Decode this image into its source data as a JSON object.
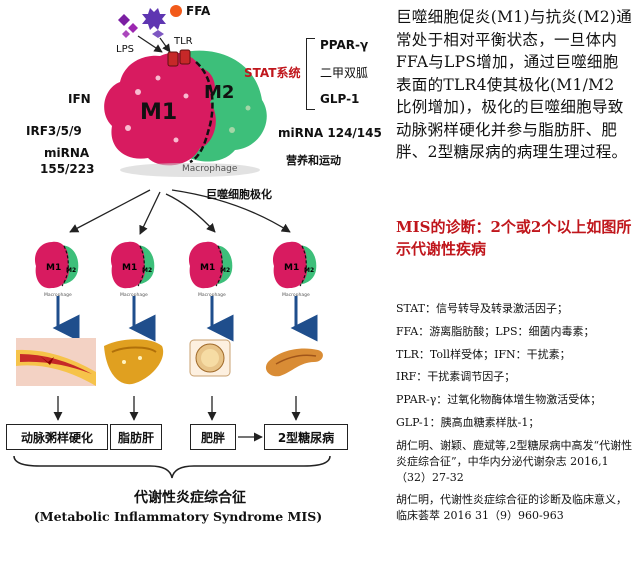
{
  "diagram": {
    "ffa": "FFA",
    "lps": "LPS",
    "tlr": "TLR",
    "ifn": "IFN",
    "irf": "IRF3/5/9",
    "mirna_left_1": "miRNA",
    "mirna_left_2": "155/223",
    "m1": "M1",
    "m2": "M2",
    "macrophage": "Macrophage",
    "small_m1": "M1",
    "small_m2": "M2",
    "small_macrophage": "Macrophage",
    "stat": "STAT系统",
    "ppar": "PPAR-γ",
    "metformin": "二甲双胍",
    "glp1": "GLP-1",
    "mirna_right": "miRNA 124/145",
    "nutrition": "营养和运动",
    "polarization": "巨噬细胞极化",
    "outcomes": [
      "动脉粥样硬化",
      "脂肪肝",
      "肥胖",
      "2型糖尿病"
    ],
    "bottom_title": "代谢性炎症综合征",
    "bottom_subtitle": "(Metabolic Inflammatory Syndrome MIS)"
  },
  "right_panel": {
    "paragraph": "巨噬细胞促炎(M1)与抗炎(M2)通常处于相对平衡状态，一旦体内FFA与LPS增加，通过巨噬细胞表面的TLR4使其极化(M1/M2 比例增加)，极化的巨噬细胞导致动脉粥样硬化并参与脂肪肝、肥胖、2型糖尿病的病理生理过程。",
    "diagnosis": "MIS的诊断：2个或2个以上如图所示代谢性疾病",
    "notes": [
      "STAT：信号转导及转录激活因子；",
      "FFA：游离脂肪酸；LPS：细菌内毒素；",
      "TLR：Toll样受体；IFN：干扰素；",
      "IRF：干扰素调节因子；",
      "PPAR-γ：过氧化物酶体增生物激活受体；",
      "GLP-1：胰高血糖素样肽-1；"
    ],
    "citation_1": "胡仁明、谢颖、鹿斌等,2型糖尿病中高发“代谢性炎症综合征”，中华内分泌代谢杂志 2016,1（32）27-32",
    "citation_2": "胡仁明，代谢性炎症综合征的诊断及临床意义，临床荟萃 2016 31（9）960-963"
  },
  "colors": {
    "m1": "#d81b60",
    "m2": "#3dbf7a",
    "red_text": "#c0161c",
    "arrow_blue": "#1f4e8c",
    "ffa_dot": "#f25a1a",
    "lps_purple": "#7b1fa2"
  }
}
